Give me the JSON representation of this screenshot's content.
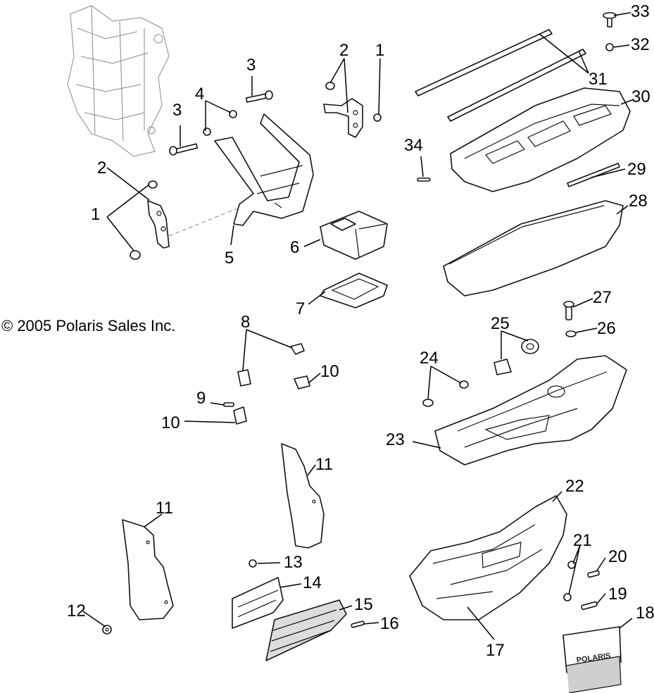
{
  "copyright": "© 2005 Polaris Sales Inc.",
  "brand_text": "POLARIS",
  "callouts": [
    "1",
    "2",
    "3",
    "3",
    "4",
    "2",
    "1",
    "5",
    "6",
    "7",
    "8",
    "9",
    "10",
    "10",
    "11",
    "11",
    "12",
    "13",
    "14",
    "15",
    "16",
    "17",
    "18",
    "19",
    "20",
    "21",
    "22",
    "23",
    "24",
    "25",
    "26",
    "27",
    "28",
    "29",
    "30",
    "31",
    "32",
    "33",
    "34"
  ]
}
